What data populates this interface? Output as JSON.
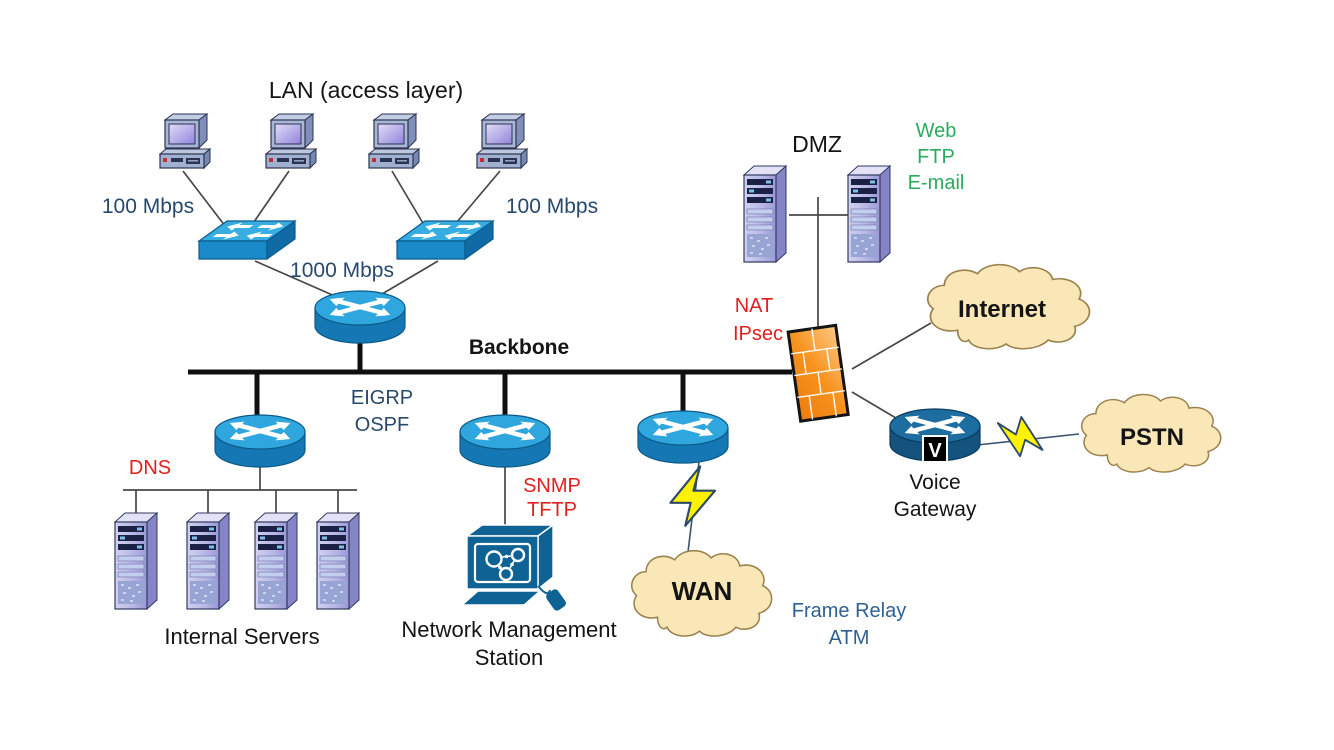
{
  "lan": {
    "title": "LAN (access layer)",
    "left_speed": "100 Mbps",
    "right_speed": "100 Mbps",
    "uplink_speed": "1000 Mbps"
  },
  "core": {
    "backbone_label": "Backbone",
    "protocol_line1": "EIGRP",
    "protocol_line2": "OSPF"
  },
  "servers": {
    "dns_label": "DNS",
    "caption": "Internal Servers"
  },
  "management": {
    "protocol_line1": "SNMP",
    "protocol_line2": "TFTP",
    "caption_line1": "Network Management",
    "caption_line2": "Station"
  },
  "wan": {
    "cloud_label": "WAN",
    "tech_line1": "Frame Relay",
    "tech_line2": "ATM"
  },
  "dmz": {
    "label": "DMZ",
    "service_line1": "Web",
    "service_line2": "FTP",
    "service_line3": "E-mail"
  },
  "firewall": {
    "feature_line1": "NAT",
    "feature_line2": "IPsec"
  },
  "internet": {
    "cloud_label": "Internet"
  },
  "voice": {
    "caption_line1": "Voice",
    "caption_line2": "Gateway",
    "badge": "V",
    "pstn_cloud_label": "PSTN"
  },
  "devices": {
    "lan_workstations": 4,
    "access_switches": 2,
    "routers": 4,
    "internal_servers": 4,
    "dmz_servers": 2,
    "clouds": [
      "WAN",
      "Internet",
      "PSTN"
    ]
  },
  "colors": {
    "device_blue_top": "#2fa6dd",
    "device_blue_body": "#1578b4",
    "voice_gateway_blue": "#1d6da0",
    "switch_blue": "#38ade2",
    "firewall_orange": "#f7921e",
    "cloud_fill": "#fae7b7",
    "cloud_border": "#9b824e",
    "bolt_yellow": "#fff200",
    "label_navy": "#27496d",
    "label_blue": "#2e6093",
    "label_red": "#e21f1f",
    "label_green": "#2bab5d",
    "label_black": "#141414"
  }
}
